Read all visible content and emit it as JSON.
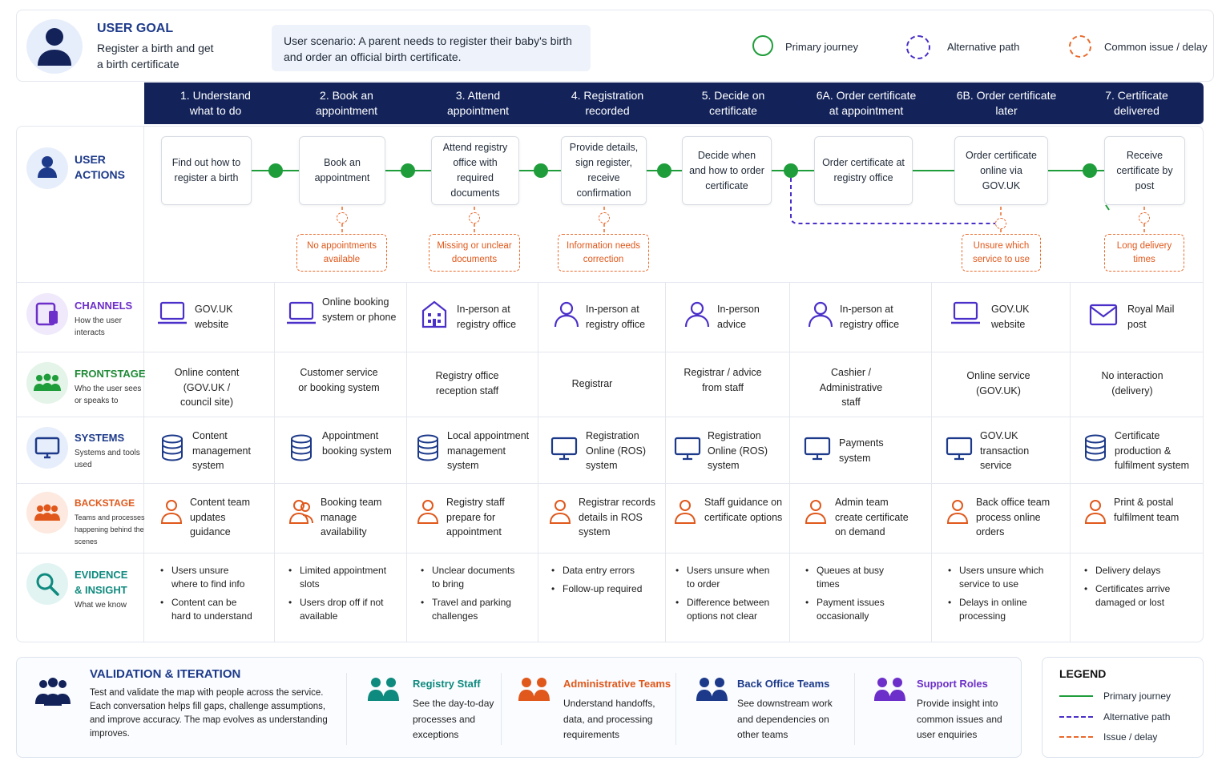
{
  "header": {
    "goal_title": "USER GOAL",
    "goal_text": "Register a birth and get a birth certificate",
    "scenario": "User scenario: A parent needs to register their baby's birth and order an official birth certificate.",
    "legend_primary": "Primary journey",
    "legend_alternative": "Alternative path",
    "legend_issue": "Common issue / delay"
  },
  "stages": [
    "1. Understand what to do",
    "2. Book an appointment",
    "3. Attend appointment",
    "4. Registration recorded",
    "5. Decide on certificate",
    "6A. Order certificate at appointment",
    "6B. Order certificate later",
    "7. Certificate delivered"
  ],
  "rows": {
    "user_actions": {
      "title": "USER ACTIONS"
    },
    "channels": {
      "title": "CHANNELS",
      "subtitle": "How the user interacts"
    },
    "frontstage": {
      "title": "FRONTSTAGE",
      "subtitle": "Who the user sees or speaks to"
    },
    "systems": {
      "title": "SYSTEMS",
      "subtitle": "Systems and tools used"
    },
    "backstage": {
      "title": "BACKSTAGE",
      "subtitle": "Teams and processes happening behind the scenes"
    },
    "evidence": {
      "title": "EVIDENCE & INSIGHT",
      "subtitle": "What we know"
    }
  },
  "actions": [
    "Find out how to register a birth",
    "Book an appointment",
    "Attend registry office with required documents",
    "Provide details, sign register, receive confirmation",
    "Decide when and how to order certificate",
    "Order certificate at registry office",
    "Order certificate online via GOV.UK",
    "Receive certificate by post"
  ],
  "issues": [
    "No appointments available",
    "Missing or unclear documents",
    "Information needs correction",
    "Unsure which service to use",
    "Long delivery times"
  ],
  "channels": [
    "GOV.UK website",
    "Online booking system or phone",
    "In-person at registry office",
    "In-person at registry office",
    "In-person advice",
    "In-person at registry office",
    "GOV.UK website",
    "Royal Mail post"
  ],
  "frontstage": [
    "Online content (GOV.UK / council site)",
    "Customer service or booking system",
    "Registry office reception staff",
    "Registrar",
    "Registrar / advice from staff",
    "Cashier / Administrative staff",
    "Online service (GOV.UK)",
    "No interaction (delivery)"
  ],
  "systems": [
    "Content management system",
    "Appointment booking system",
    "Local appointment management system",
    "Registration Online (ROS) system",
    "Registration Online (ROS) system",
    "Payments system",
    "GOV.UK transaction service",
    "Certificate production & fulfilment system"
  ],
  "backstage": [
    "Content team updates guidance",
    "Booking team manage availability",
    "Registry staff prepare for appointment",
    "Registrar records details in ROS system",
    "Staff guidance on certificate options",
    "Admin team create certificate on demand",
    "Back office team process online orders",
    "Print & postal fulfilment team"
  ],
  "evidence": [
    [
      "Users unsure where to find info",
      "Content can be hard to understand"
    ],
    [
      "Limited appointment slots",
      "Users drop off if not available"
    ],
    [
      "Unclear documents to bring",
      "Travel and parking challenges"
    ],
    [
      "Data entry errors",
      "Follow-up required"
    ],
    [
      "Users unsure when to order",
      "Difference between options not clear"
    ],
    [
      "Queues at busy times",
      "Payment issues occasionally"
    ],
    [
      "Users unsure which service to use",
      "Delays in online processing"
    ],
    [
      "Delivery delays",
      "Certificates arrive damaged or lost"
    ]
  ],
  "validation": {
    "title": "VALIDATION & ITERATION",
    "text": "Test and validate the map with people across the service. Each conversation helps fill gaps, challenge assumptions, and improve accuracy. The map evolves as understanding improves.",
    "groups": [
      {
        "title": "Registry Staff",
        "text": "See the day-to-day processes and exceptions"
      },
      {
        "title": "Administrative Teams",
        "text": "Understand handoffs, data, and processing requirements"
      },
      {
        "title": "Back Office Teams",
        "text": "See downstream work and dependencies on other teams"
      },
      {
        "title": "Support Roles",
        "text": "Provide insight into common issues and user enquiries"
      }
    ]
  },
  "legend": {
    "title": "LEGEND",
    "primary": "Primary journey",
    "alternative": "Alternative path",
    "issue": "Issue / delay"
  },
  "colors": {
    "navy": "#13235a",
    "primary": "#1f9d3b",
    "alternative": "#4b2fc9",
    "issue": "#ea6a2c",
    "teal": "#0f8a7e",
    "orange": "#e0581b",
    "blue": "#1d3a8a",
    "purple": "#6d2fc9"
  }
}
